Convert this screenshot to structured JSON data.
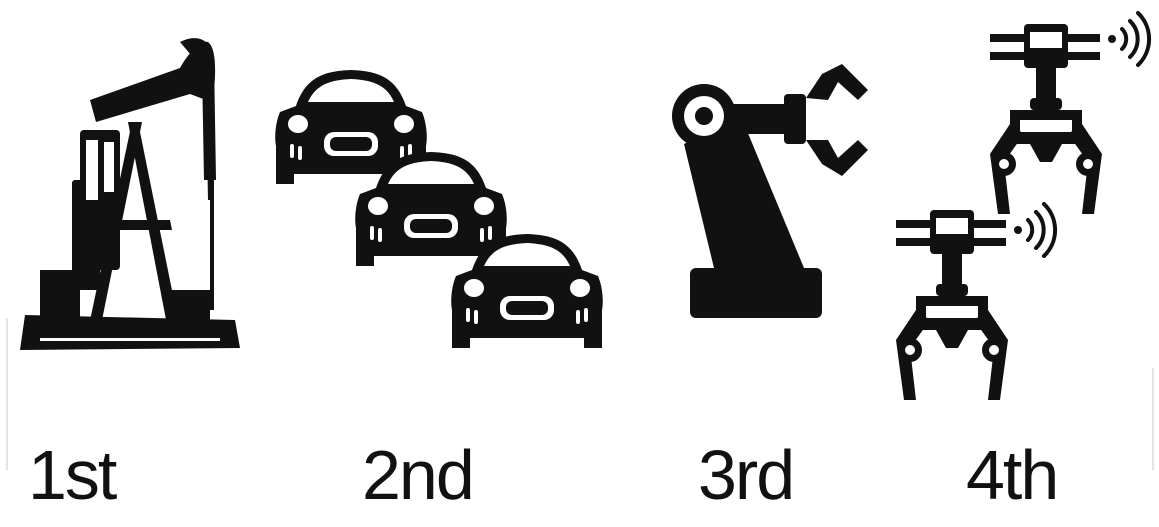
{
  "stages": [
    {
      "label": "1st",
      "icon": "oil-pump-icon"
    },
    {
      "label": "2nd",
      "icon": "car-assembly-icon"
    },
    {
      "label": "3rd",
      "icon": "robotic-arm-icon"
    },
    {
      "label": "4th",
      "icon": "wireless-robot-arms-icon"
    }
  ],
  "colors": {
    "ink": "#111111",
    "background": "#ffffff"
  }
}
